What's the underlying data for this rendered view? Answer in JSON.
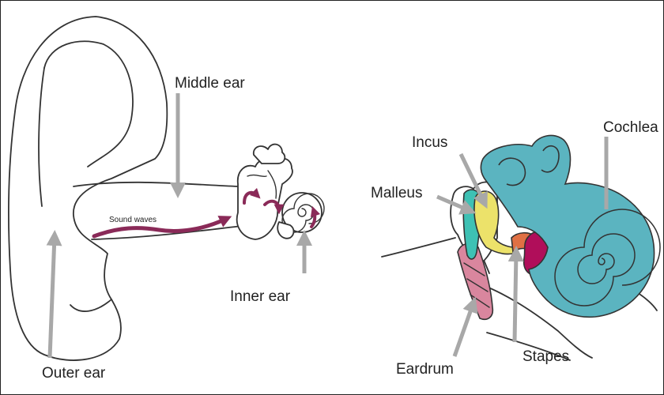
{
  "labels": {
    "middle_ear": "Middle ear",
    "sound_waves": "Sound waves",
    "inner_ear": "Inner ear",
    "outer_ear": "Outer ear",
    "incus": "Incus",
    "cochlea": "Cochlea",
    "malleus": "Malleus",
    "eardrum": "Eardrum",
    "stapes": "Stapes"
  },
  "colors": {
    "cochlea": "#5bb4c0",
    "malleus": "#3ec1b4",
    "incus": "#ece26a",
    "stapes": "#e07044",
    "stapes_base": "#b00e5a",
    "eardrum": "#d9869e",
    "sound_wave": "#8a2a58",
    "pointer": "#a8a8a8"
  }
}
